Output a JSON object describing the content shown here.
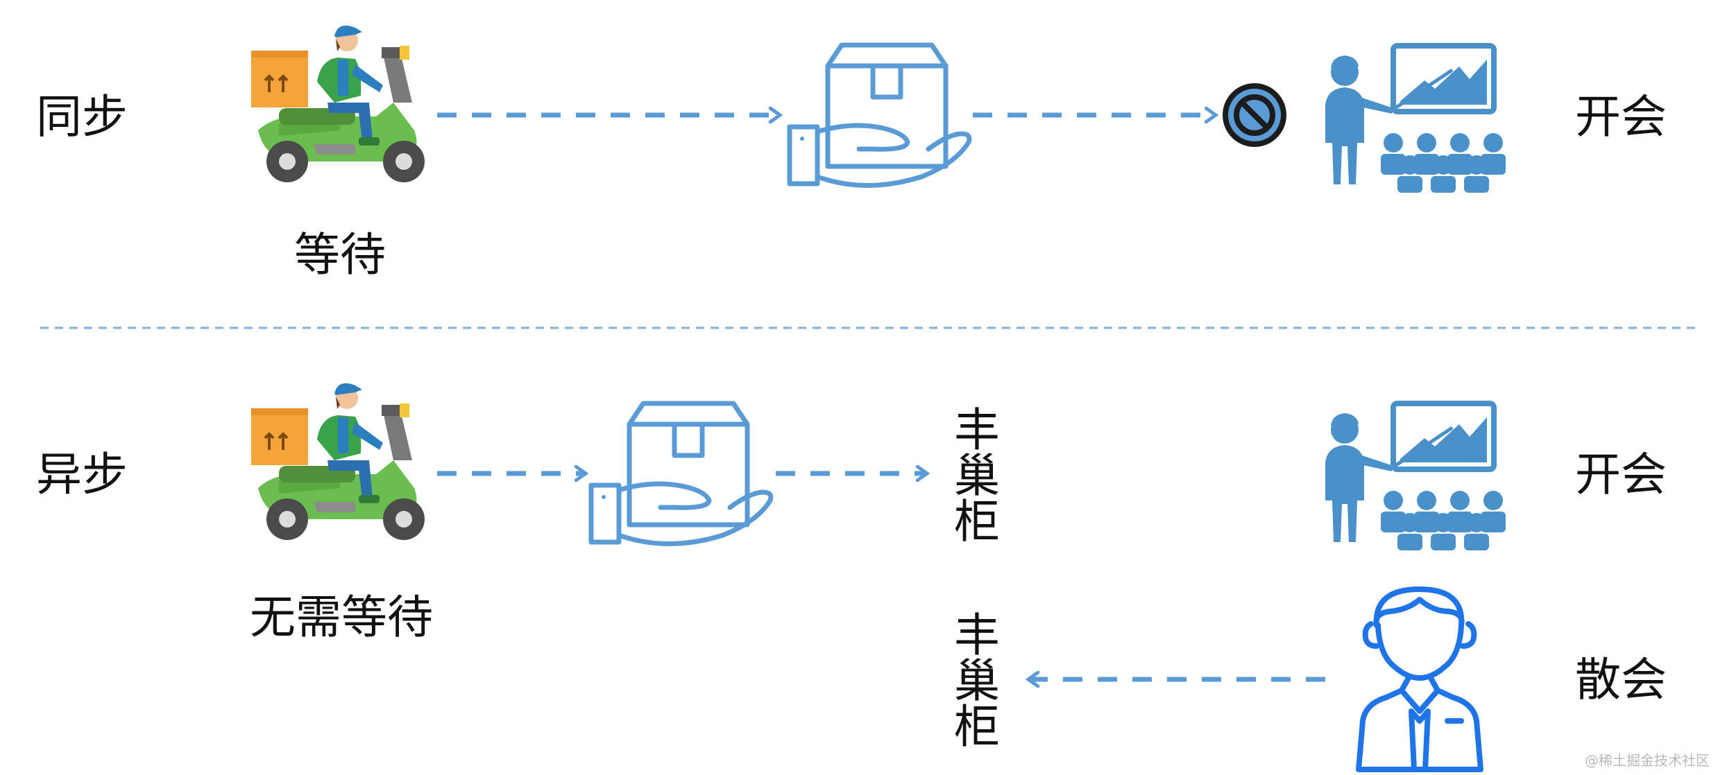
{
  "sync": {
    "row_label": "同步",
    "courier_caption": "等待",
    "target_label": "开会"
  },
  "async": {
    "row_label": "异步",
    "courier_caption": "无需等待",
    "locker_top": [
      "丰",
      "巢",
      "柜"
    ],
    "target_label": "开会",
    "locker_bottom": [
      "丰",
      "巢",
      "柜"
    ],
    "leave_label": "散会"
  },
  "watermark": "@稀土掘金技术社区",
  "colors": {
    "arrow": "#5b9bd5",
    "icon_blue": "#4a90c9",
    "person_blue": "#1f74e8",
    "divider": "#7fb0d8"
  },
  "icons": [
    "scooter-courier-icon",
    "hand-package-icon",
    "forbidden-icon",
    "presenter-meeting-icon",
    "person-icon"
  ]
}
